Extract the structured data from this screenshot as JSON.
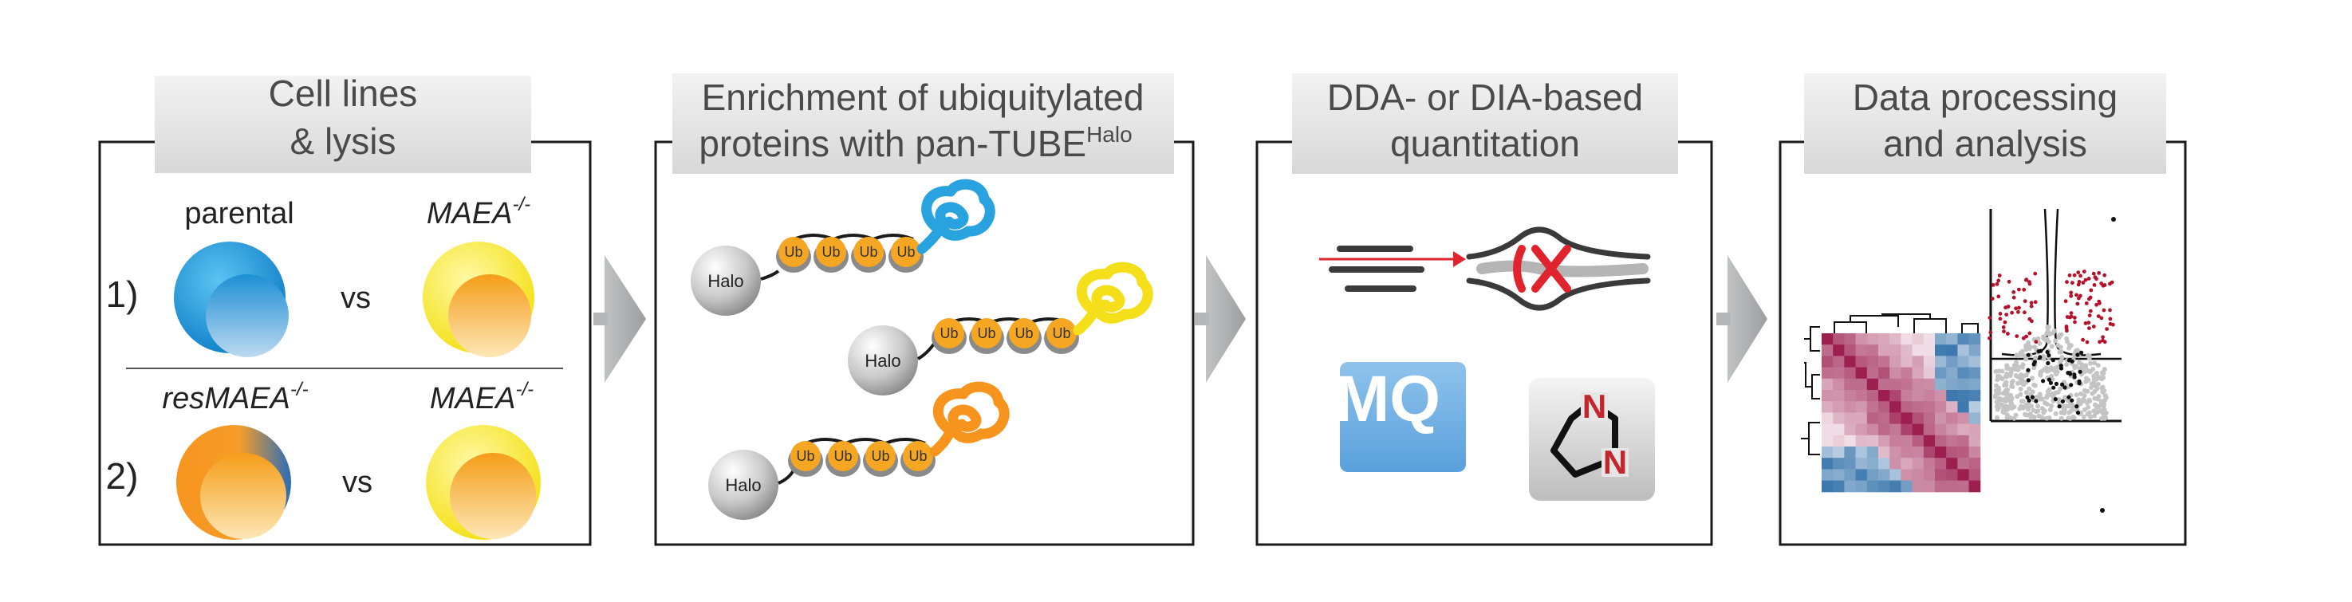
{
  "panels": [
    {
      "title_line1": "Cell lines",
      "title_line2": "& lysis"
    },
    {
      "title_line1": "Enrichment of ubiquitylated",
      "title_line2": "proteins with pan-TUBE",
      "title_sup": "Halo"
    },
    {
      "title_line1": "DDA- or DIA-based",
      "title_line2": "quantitation"
    },
    {
      "title_line1": "Data processing",
      "title_line2": "and analysis"
    }
  ],
  "cell_lines": {
    "row1": {
      "number": "1)",
      "left": "parental",
      "vs": "vs",
      "right": "MAEA",
      "right_sup": "-/-"
    },
    "row2": {
      "number": "2)",
      "left": "resMAEA",
      "left_sup": "-/-",
      "vs": "vs",
      "right": "MAEA",
      "right_sup": "-/-"
    }
  },
  "enrichment": {
    "halo_label": "Halo",
    "ub_label": "Ub"
  },
  "software": {
    "maxquant_logo_text": "MQ",
    "dia_logo_letter": "N"
  },
  "colors": {
    "panel_header_bg": "#e4e4e4",
    "arrow": "#a7a9ac",
    "blue": "#2a9bd8",
    "yellow": "#f5e31c",
    "orange": "#f7a22a",
    "red": "#e1232e",
    "heatmap_red": "#9c1f4f",
    "heatmap_blue": "#2f6fa8"
  }
}
